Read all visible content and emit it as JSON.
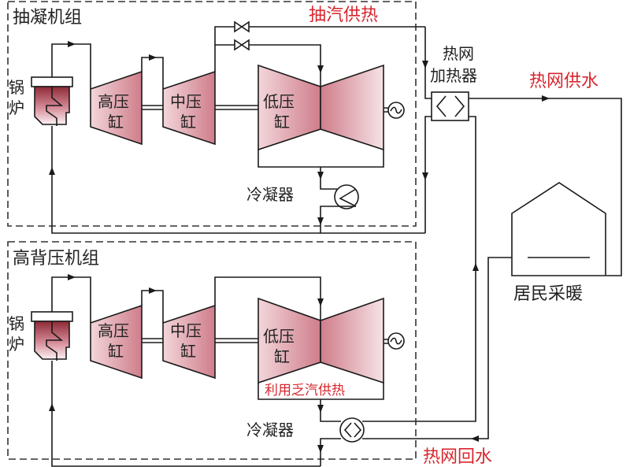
{
  "title": "抽凝机组与高背压机组供热系统示意图",
  "units": {
    "extraction": {
      "name": "抽凝机组",
      "boiler": [
        "锅",
        "炉"
      ],
      "hp_cylinder": [
        "高压",
        "缸"
      ],
      "ip_cylinder": [
        "中压",
        "缸"
      ],
      "lp_cylinder": [
        "低压",
        "缸"
      ],
      "condenser": "冷凝器",
      "steam_supply": "抽汽供热"
    },
    "back_pressure": {
      "name": "高背压机组",
      "boiler": [
        "锅",
        "炉"
      ],
      "hp_cylinder": [
        "高压",
        "缸"
      ],
      "ip_cylinder": [
        "中压",
        "缸"
      ],
      "lp_cylinder": [
        "低压",
        "缸"
      ],
      "condenser": "冷凝器",
      "exhaust_supply": "利用乏汽供热"
    }
  },
  "heat_network": {
    "heater": [
      "热网",
      "加热器"
    ],
    "supply_water": "热网供水",
    "return_water": "热网回水",
    "consumer": "居民采暖"
  },
  "colors": {
    "accent_red": "#d7262e",
    "turbine_fill": "#d68a96",
    "boiler_fill": "#8e2a36",
    "line": "#1a1a1a"
  }
}
